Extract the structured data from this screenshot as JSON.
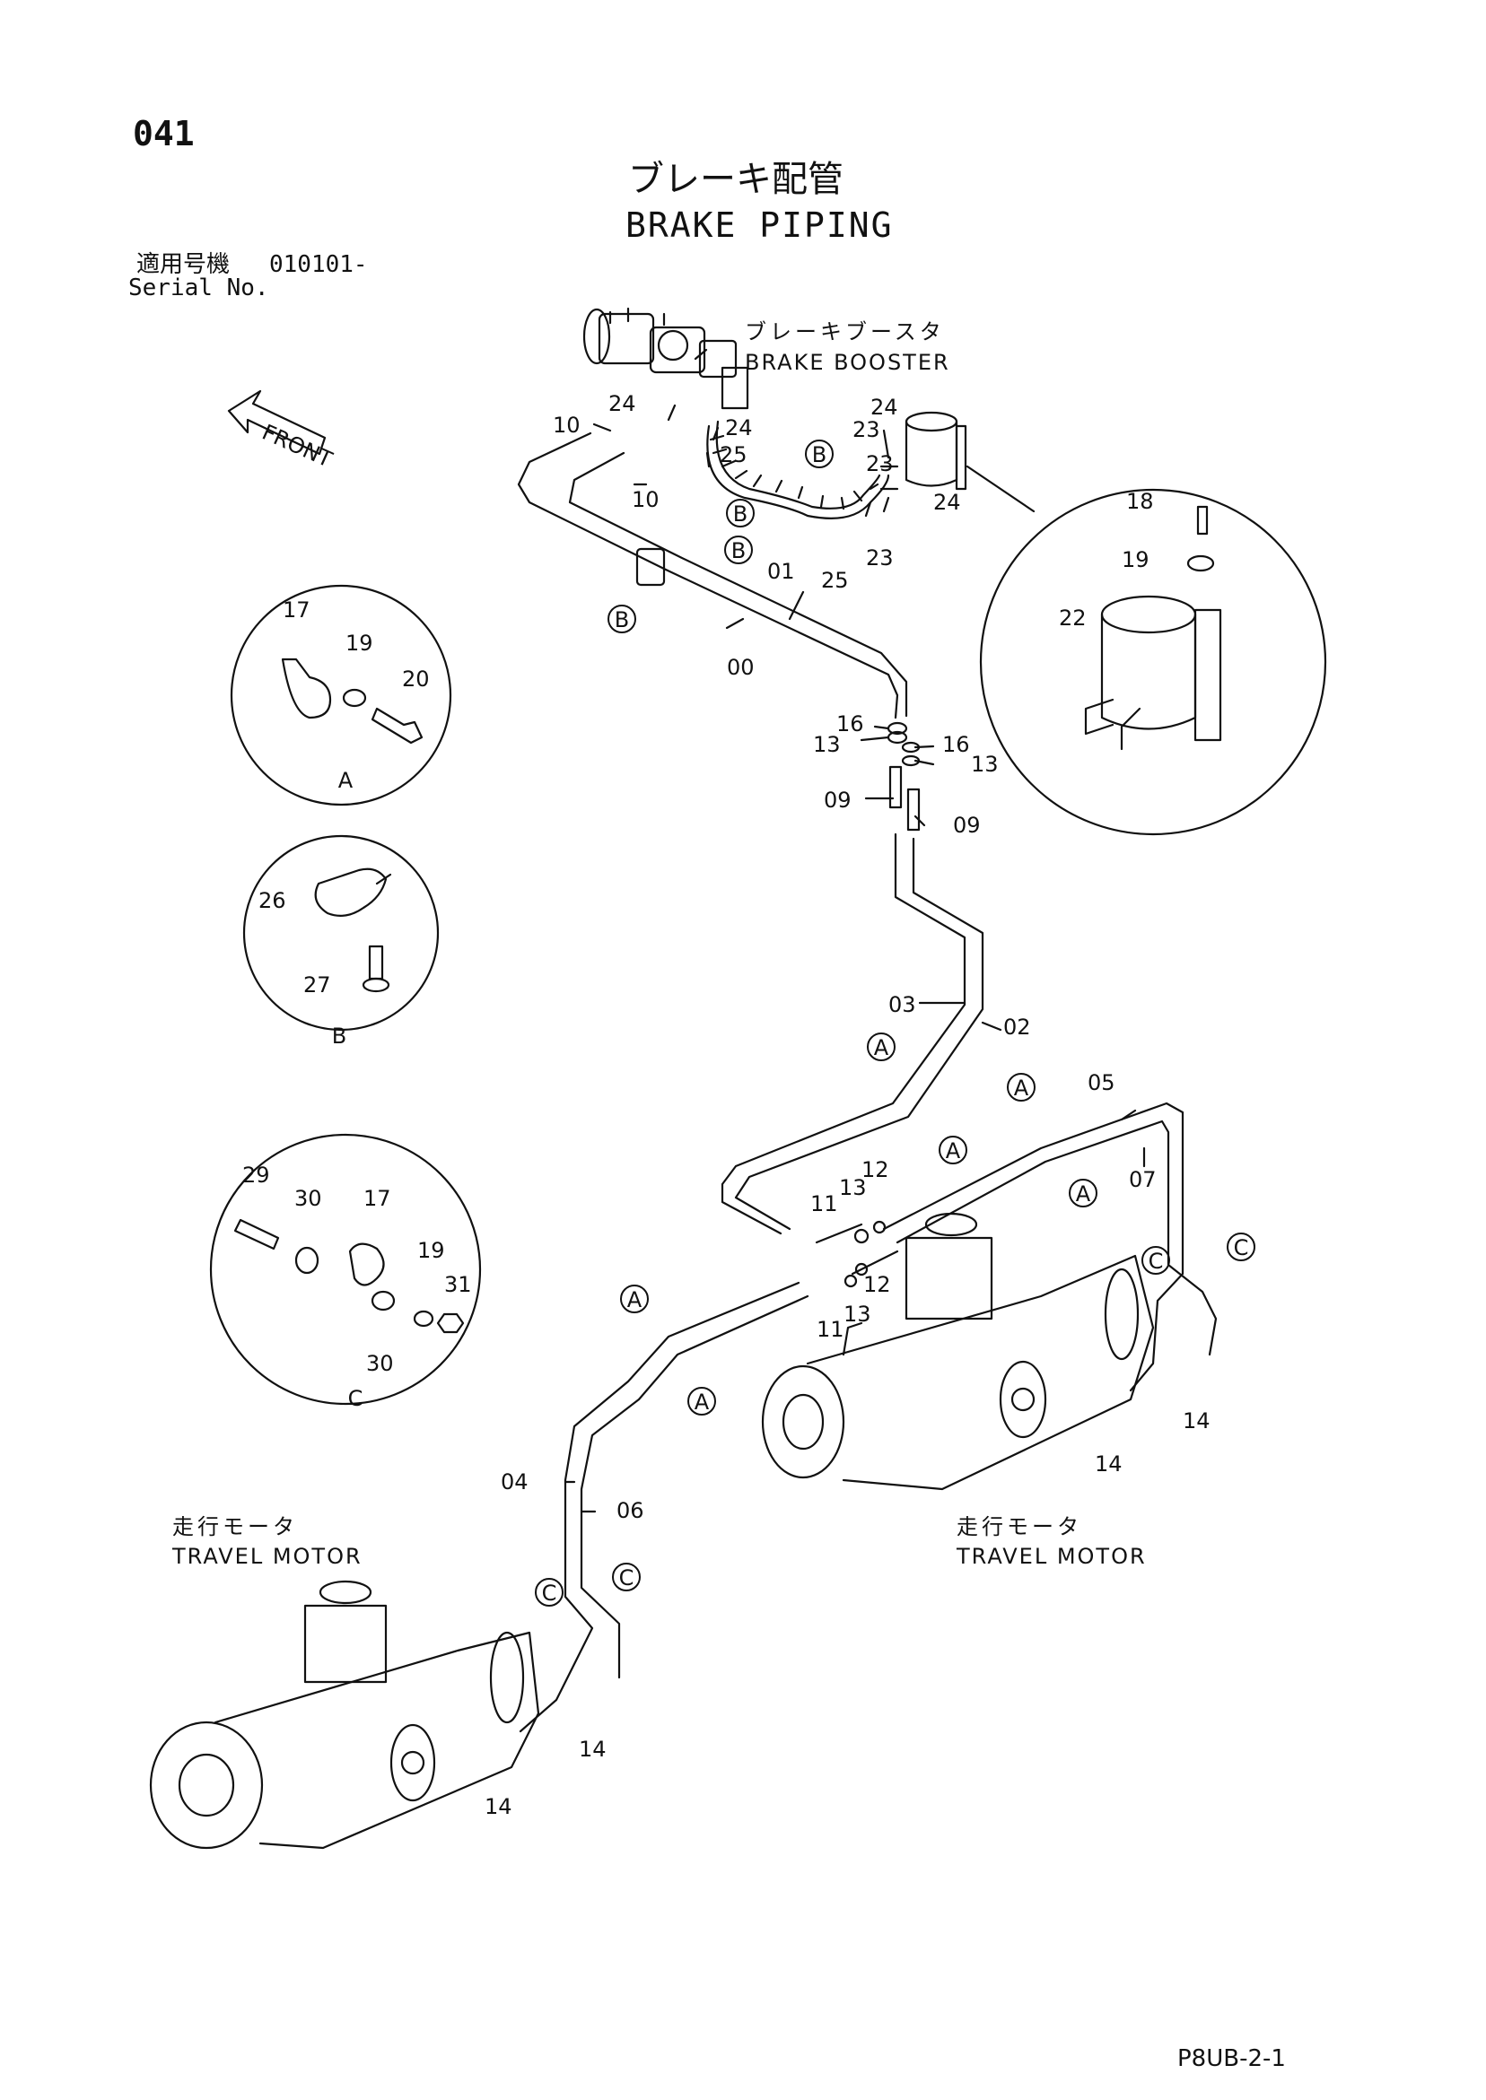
{
  "header": {
    "page_number": "041",
    "title_jp": "ブレーキ配管",
    "title_en": "BRAKE PIPING",
    "serial_jp": "適用号機",
    "serial_value": "010101-",
    "serial_en": "Serial No."
  },
  "labels": {
    "brake_booster_jp": "ブレーキブースタ",
    "brake_booster_en": "BRAKE BOOSTER",
    "travel_motor_left_jp": "走行モータ",
    "travel_motor_left_en": "TRAVEL MOTOR",
    "travel_motor_right_jp": "走行モータ",
    "travel_motor_right_en": "TRAVEL MOTOR",
    "front": "FRONT"
  },
  "footer": {
    "drawing_code": "P8UB-2-1"
  },
  "detail_views": {
    "A": {
      "letter": "A",
      "parts": [
        "17",
        "19",
        "20"
      ]
    },
    "B": {
      "letter": "B",
      "parts": [
        "26",
        "27"
      ]
    },
    "C": {
      "letter": "C",
      "parts": [
        "29",
        "30",
        "17",
        "19",
        "31",
        "30"
      ]
    },
    "booster_tank": {
      "parts": [
        "18",
        "19",
        "22"
      ]
    }
  },
  "part_callouts": [
    "24",
    "10",
    "24",
    "25",
    "10",
    "23",
    "24",
    "23",
    "24",
    "25",
    "23",
    "01",
    "00",
    "16",
    "13",
    "16",
    "13",
    "09",
    "09",
    "03",
    "02",
    "05",
    "07",
    "11",
    "13",
    "12",
    "12",
    "11",
    "13",
    "04",
    "06",
    "14",
    "14",
    "14",
    "14"
  ],
  "clamp_markers": [
    "A",
    "B",
    "C"
  ]
}
